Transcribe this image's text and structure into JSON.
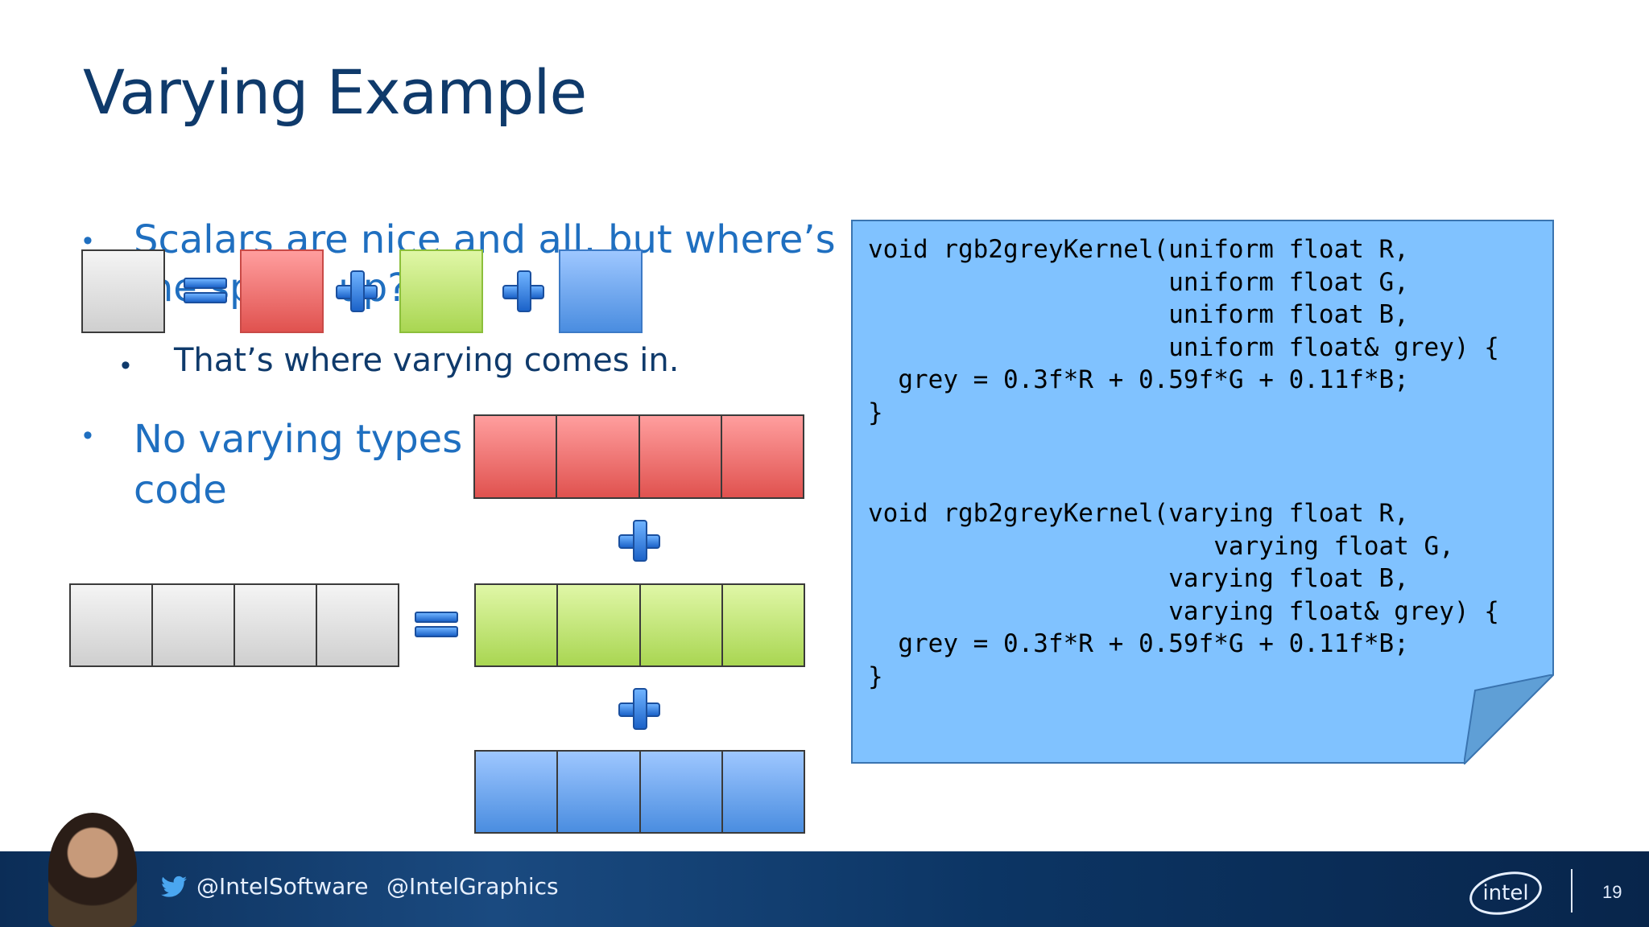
{
  "slide": {
    "title": "Varying Example",
    "bullets": {
      "b1": "Scalars are nice and all, but where’s the speed up?",
      "b2": "That’s where varying comes in.",
      "b3_line1": "No varying types n",
      "b3_line2": "code"
    },
    "bullet_glyph": "•",
    "code": {
      "uniform_block": [
        "void rgb2greyKernel(uniform float R,",
        "                    uniform float G,",
        "                    uniform float B,",
        "                    uniform float& grey) {",
        "  grey = 0.3f*R + 0.59f*G + 0.11f*B;",
        "}"
      ],
      "varying_block": [
        "void rgb2greyKernel(varying float R,",
        "                       varying float G,",
        "                    varying float B,",
        "                    varying float& grey) {",
        "  grey = 0.3f*R + 0.59f*G + 0.11f*B;",
        "}"
      ]
    },
    "colors": {
      "title": "#0f3a6b",
      "bullet": "#1f6fc0",
      "note": "#80c2ff",
      "red": "#e0524f",
      "green": "#a9d652",
      "blue": "#4a8de0"
    }
  },
  "footer": {
    "handle1": "@IntelSoftware",
    "handle2": "@IntelGraphics",
    "logo_text": "intel",
    "page_number": "19",
    "icons": [
      "twitter-icon",
      "intel-logo"
    ]
  }
}
